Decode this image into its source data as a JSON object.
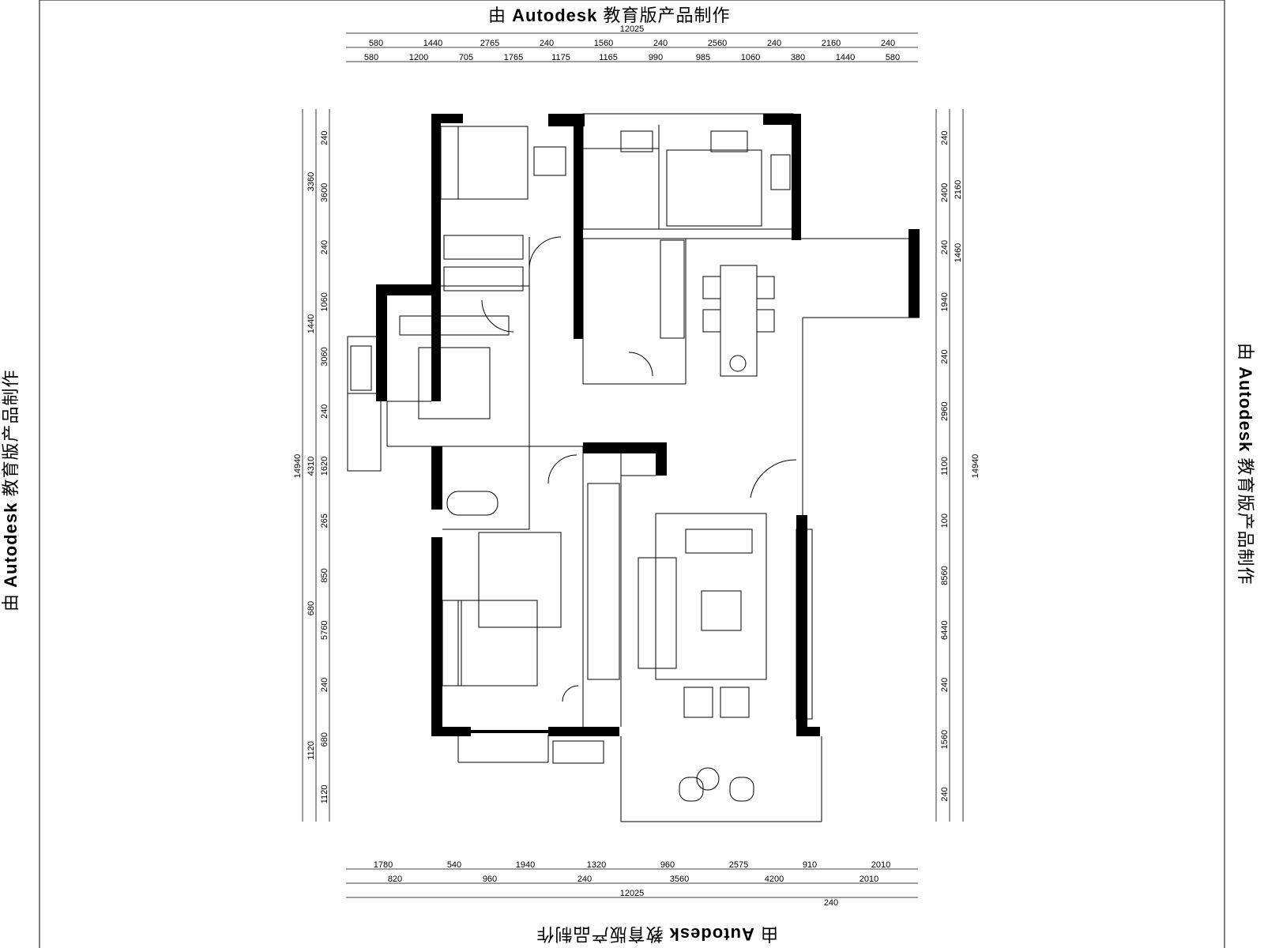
{
  "watermark": {
    "prefix": "由",
    "brand": "Autodesk",
    "suffix": "教育版产品制作"
  },
  "dims": {
    "top_total": "12025",
    "top_row1": [
      "580",
      "1440",
      "2765",
      "240",
      "1560",
      "240",
      "2560",
      "240",
      "2160",
      "240"
    ],
    "top_row2": [
      "580",
      "1200",
      "705",
      "1765",
      "1175",
      "1165",
      "990",
      "985",
      "1060",
      "380",
      "1440",
      "580"
    ],
    "bottom_row1": [
      "1780",
      "540",
      "1940",
      "1320",
      "960",
      "2575",
      "910",
      "2010"
    ],
    "bottom_row2": [
      "820",
      "960",
      "240",
      "3560",
      "4200",
      "2010"
    ],
    "bottom_total": "12025",
    "bottom_extra": "240",
    "left_outer": [
      "240",
      "3600",
      "240",
      "1060",
      "3060",
      "240",
      "1620",
      "265",
      "850",
      "5760",
      "240",
      "680",
      "1120"
    ],
    "left_inner": [
      "3360",
      "1440",
      "4310",
      "680",
      "1120"
    ],
    "left_total": "14940",
    "right_outer": [
      "240",
      "2400",
      "240",
      "1940",
      "240",
      "2960",
      "1100",
      "100",
      "8560",
      "6440",
      "240",
      "1560",
      "240"
    ],
    "right_inner": [
      "2160",
      "1460"
    ],
    "right_total": "14940"
  }
}
